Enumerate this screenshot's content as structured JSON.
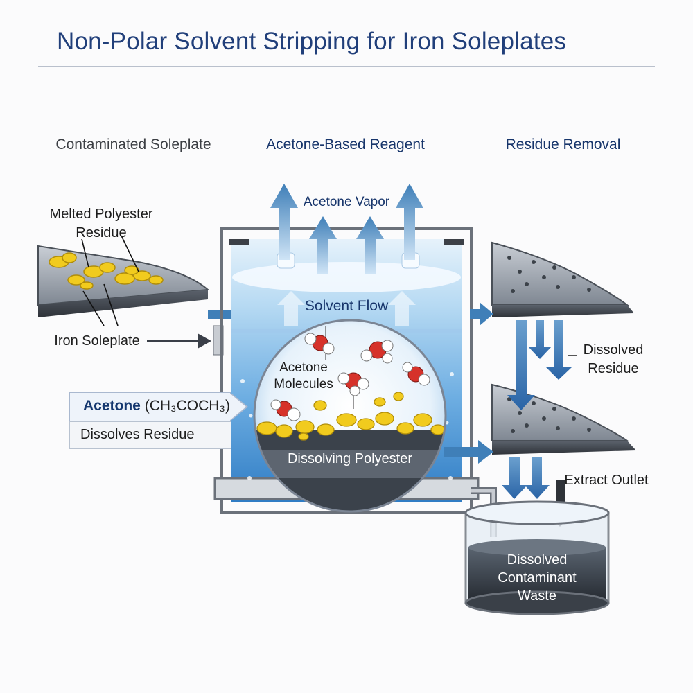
{
  "title": "Non-Polar Solvent Stripping for Iron Soleplates",
  "sections": {
    "left": "Contaminated Soleplate",
    "middle": "Acetone-Based Reagent",
    "right": "Residue Removal"
  },
  "labels": {
    "melted_residue_line1": "Melted Polyester",
    "melted_residue_line2": "Residue",
    "iron_soleplate": "Iron Soleplate",
    "acetone_vapor": "Acetone Vapor",
    "solvent_flow": "Solvent Flow",
    "acetone_molecules_line1": "Acetone",
    "acetone_molecules_line2": "Molecules",
    "dissolving_polyester": "Dissolving Polyester",
    "dissolved_residue_line1": "Dissolved",
    "dissolved_residue_line2": "Residue",
    "extract_outlet": "Extract Outlet",
    "waste_line1": "Dissolved",
    "waste_line2": "Contaminant",
    "waste_line3": "Waste"
  },
  "callout": {
    "formula_name": "Acetone",
    "formula": "(CH₃COCH₃)",
    "effect": "Dissolves Residue"
  },
  "colors": {
    "title": "#213f7a",
    "arrow_blue": "#3f7fb8",
    "arrow_dark": "#3a3f48",
    "solvent_blue": "#4d95d3",
    "residue_yellow": "#f1cb1e",
    "oxygen_red": "#d6322a",
    "steel": "#9aa1ab"
  }
}
